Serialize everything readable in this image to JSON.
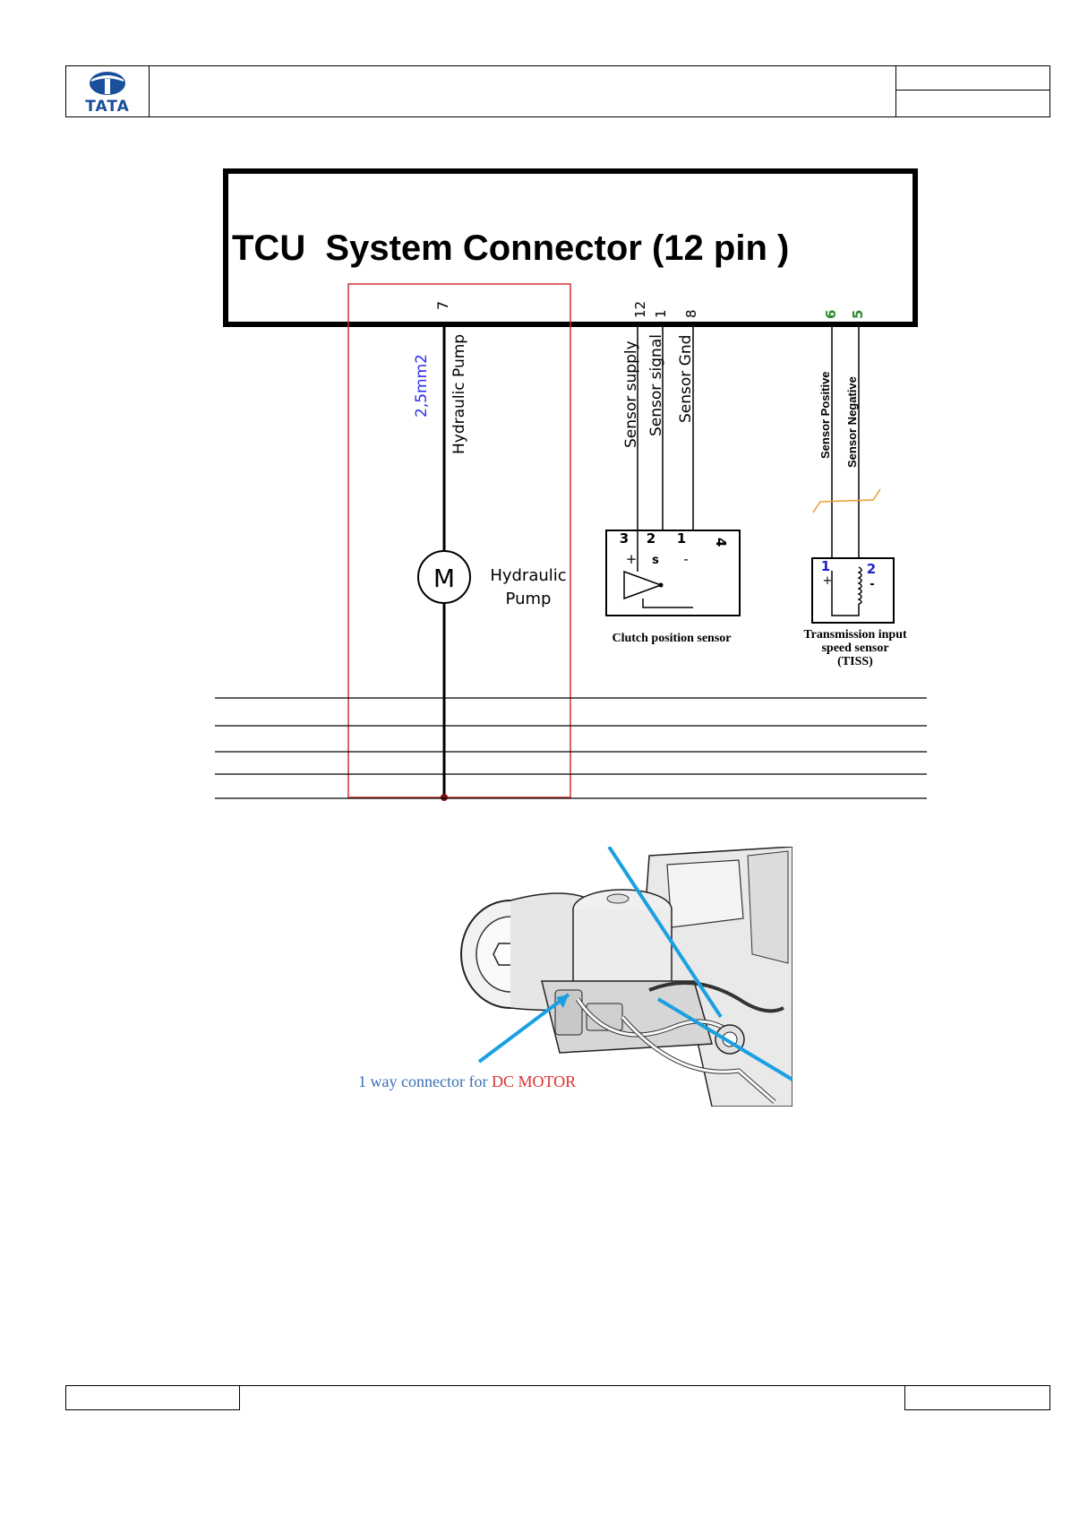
{
  "header": {
    "logo_text": "TATA",
    "colors": {
      "logo": "#1a4f9c"
    }
  },
  "diagram": {
    "title": "TCU  System Connector (12 pin )",
    "pump_circuit": {
      "pin": "7",
      "wire_size": "2,5mm2",
      "wire_label": "Hydraulic Pump",
      "motor_symbol": "M",
      "component_label_line1": "Hydraulic",
      "component_label_line2": "Pump"
    },
    "clutch_sensor_circuit": {
      "pins": [
        "12",
        "1",
        "8"
      ],
      "wire_labels": [
        "Sensor supply",
        "Sensor signal",
        "Sensor Gnd"
      ],
      "terminal_numbers": [
        "3",
        "2",
        "1",
        "4"
      ],
      "terminal_marks": [
        "+",
        "s",
        "-"
      ],
      "component_label": "Clutch position sensor"
    },
    "tiss_circuit": {
      "pins": [
        "6",
        "5"
      ],
      "wire_labels": [
        "Sensor Positive",
        "Sensor Negative"
      ],
      "terminal_numbers": [
        "1",
        "2"
      ],
      "terminal_marks": [
        "+",
        "-"
      ],
      "component_label_line1": "Transmission input",
      "component_label_line2": "speed sensor",
      "component_label_line3": "(TISS)"
    },
    "colors": {
      "highlight_box": "#d23030",
      "wire_size": "#2d2df0",
      "tiss_pins": "#2e8b2e",
      "tiss_terminals": "#2020c8",
      "shield": "#e8a030"
    }
  },
  "photo": {
    "caption_prefix": "1 way connector for ",
    "caption_highlight": "DC MOTOR",
    "colors": {
      "caption": "#3c6fb4",
      "highlight": "#e03030",
      "arrow": "#1aa0e0"
    }
  }
}
